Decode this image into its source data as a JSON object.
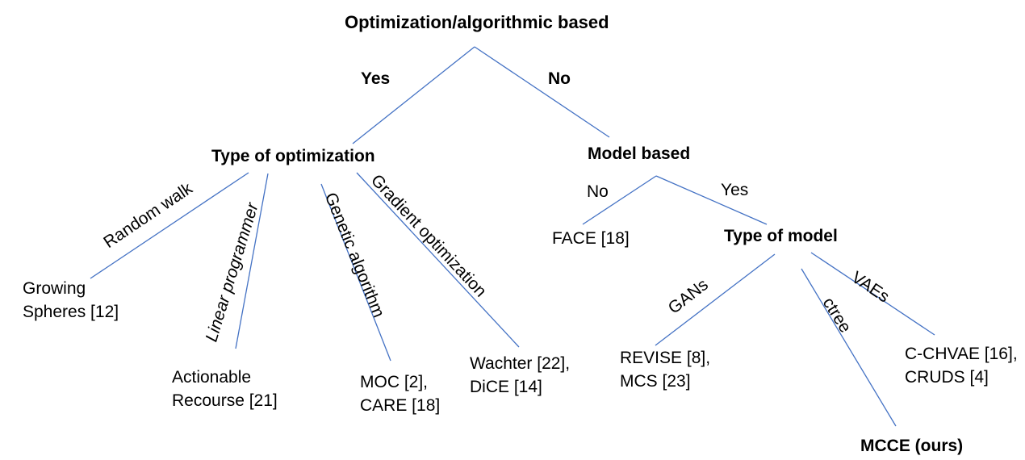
{
  "diagram": {
    "root_label": "Optimization/algorithmic based",
    "level1_branches": {
      "yes": "Yes",
      "no": "No"
    },
    "nodes": {
      "type_of_optimization": "Type of optimization",
      "model_based": "Model based",
      "type_of_model": "Type of model"
    },
    "model_based_branches": {
      "no": "No",
      "yes": "Yes"
    },
    "edge_labels": {
      "random_walk": "Random walk",
      "linear_programmer": "Linear programmer",
      "genetic_algorithm": "Genetic algorithm",
      "gradient_optimization": "Gradient optimization",
      "gans": "GANs",
      "ctree": "ctree",
      "vaes": "VAEs"
    },
    "leaves": {
      "growing_spheres": "Growing\nSpheres [12]",
      "actionable_recourse": "Actionable\nRecourse [21]",
      "moc_care": "MOC [2],\nCARE [18]",
      "wachter_dice": "Wachter [22],\nDiCE [14]",
      "face": "FACE [18]",
      "revise_mcs": "REVISE [8],\nMCS [23]",
      "cchvae_cruds": "C-CHVAE [16],\nCRUDS [4]",
      "mcce": "MCCE (ours)"
    },
    "colors": {
      "line": "#4472C4",
      "text": "#000000",
      "background": "#FFFFFF"
    }
  }
}
